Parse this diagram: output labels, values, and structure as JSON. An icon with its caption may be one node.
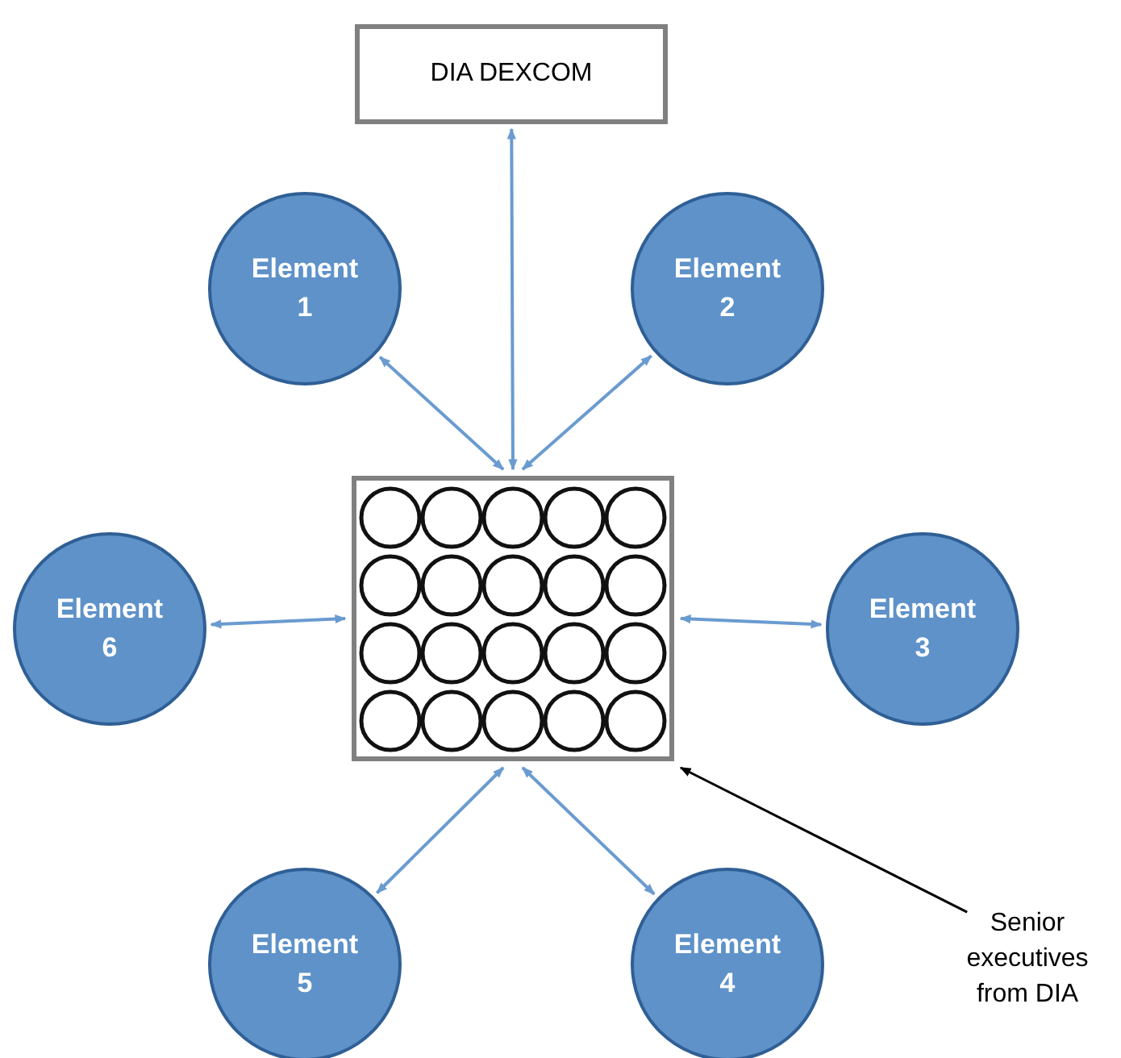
{
  "diagram": {
    "nodes": [
      {
        "text": [
          "DIA DEXCOM"
        ]
      },
      {
        "text": [
          "Element 1"
        ]
      },
      {
        "text": [
          "Element 2"
        ]
      },
      {
        "text": [
          "Element 6"
        ]
      },
      {
        "text": [
          "Element 3"
        ]
      },
      {
        "text": [],
        "shape": "box"
      },
      {
        "text": [
          "Element 5"
        ]
      },
      {
        "text": [
          "Element 4"
        ]
      },
      {
        "text": [
          "Senior executives from DIA"
        ]
      }
    ],
    "edges": [
      {
        "from": 0,
        "to": 5,
        "arrow": "both"
      },
      {
        "from": 1,
        "to": 5,
        "arrow": "both"
      },
      {
        "from": 2,
        "to": 5,
        "arrow": "both"
      },
      {
        "from": 3,
        "to": 5,
        "arrow": "both"
      },
      {
        "from": 4,
        "to": 5,
        "arrow": "both"
      },
      {
        "from": 6,
        "to": 5,
        "arrow": "both"
      },
      {
        "from": 7,
        "to": 5,
        "arrow": "both"
      },
      {
        "from": 8,
        "to": 5,
        "arrow": "to",
        "color": "#000000"
      }
    ]
  }
}
